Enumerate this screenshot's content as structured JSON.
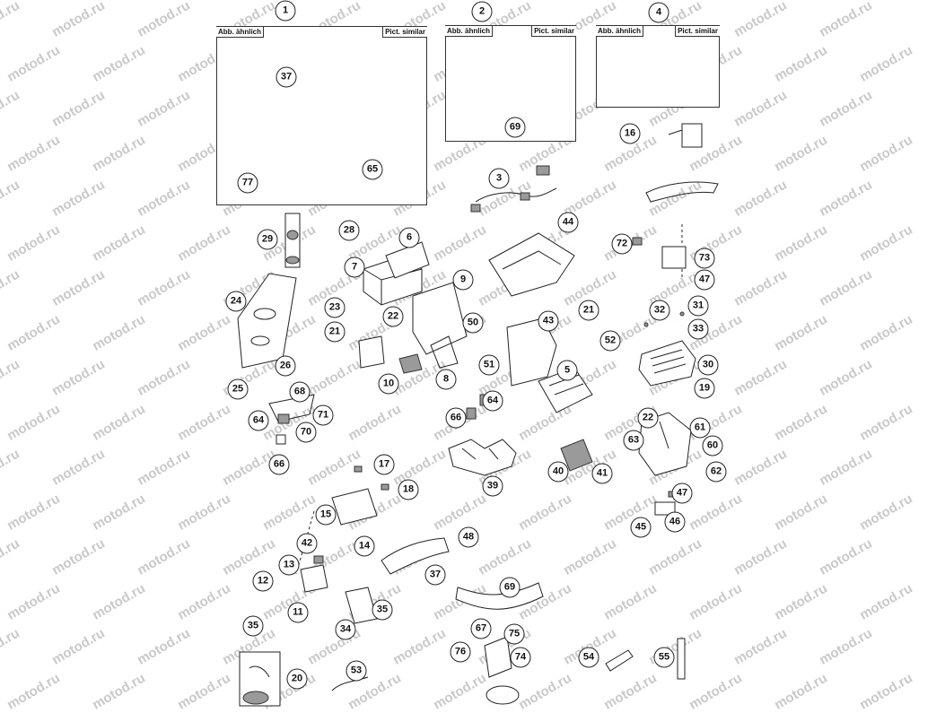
{
  "watermark": "motod.ru",
  "panels": [
    {
      "id": "1",
      "label_left": "Abb. ähnlich",
      "label_right": "Pict. similar"
    },
    {
      "id": "2",
      "label_left": "Abb. ähnlich",
      "label_right": "Pict. similar"
    },
    {
      "id": "4",
      "label_left": "Abb. ähnlich",
      "label_right": "Pict. similar"
    }
  ],
  "callouts": [
    "1",
    "2",
    "4",
    "37",
    "77",
    "65",
    "69",
    "16",
    "3",
    "44",
    "29",
    "28",
    "6",
    "7",
    "9",
    "72",
    "73",
    "47",
    "24",
    "23",
    "22",
    "21",
    "50",
    "43",
    "21",
    "52",
    "32",
    "31",
    "33",
    "30",
    "51",
    "10",
    "8",
    "5",
    "19",
    "26",
    "25",
    "68",
    "64",
    "71",
    "70",
    "64",
    "66",
    "66",
    "22",
    "61",
    "63",
    "60",
    "62",
    "40",
    "41",
    "39",
    "17",
    "18",
    "15",
    "47",
    "45",
    "46",
    "42",
    "14",
    "48",
    "13",
    "37",
    "12",
    "69",
    "11",
    "35",
    "34",
    "67",
    "75",
    "76",
    "74",
    "35",
    "20",
    "53",
    "54",
    "55"
  ],
  "colors": {
    "line": "#222222",
    "watermark": "#c9c9c9",
    "background": "#ffffff"
  }
}
